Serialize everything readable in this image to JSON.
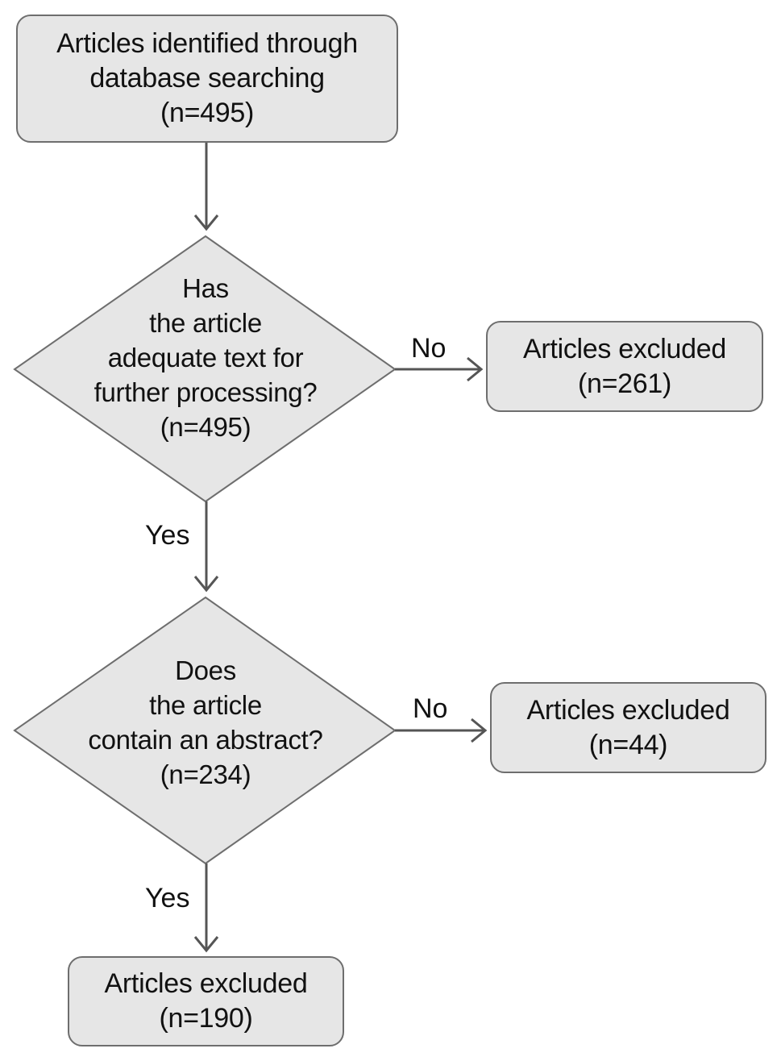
{
  "flowchart": {
    "start_box": {
      "lines": [
        "Articles identified through",
        "database searching",
        "(n=495)"
      ]
    },
    "decision_1": {
      "lines": [
        "Has",
        "the article",
        "adequate text for",
        "further processing?",
        "(n=495)"
      ],
      "no_label": "No",
      "yes_label": "Yes"
    },
    "excluded_1": {
      "lines": [
        "Articles excluded",
        "(n=261)"
      ]
    },
    "decision_2": {
      "lines": [
        "Does",
        "the article",
        "contain an abstract?",
        "(n=234)"
      ],
      "no_label": "No",
      "yes_label": "Yes"
    },
    "excluded_2": {
      "lines": [
        "Articles excluded",
        "(n=44)"
      ]
    },
    "final_box": {
      "lines": [
        "Articles excluded",
        "(n=190)"
      ]
    }
  },
  "colors": {
    "node_fill": "#e6e6e6",
    "node_stroke": "#6e6e6e",
    "arrow": "#555555"
  }
}
